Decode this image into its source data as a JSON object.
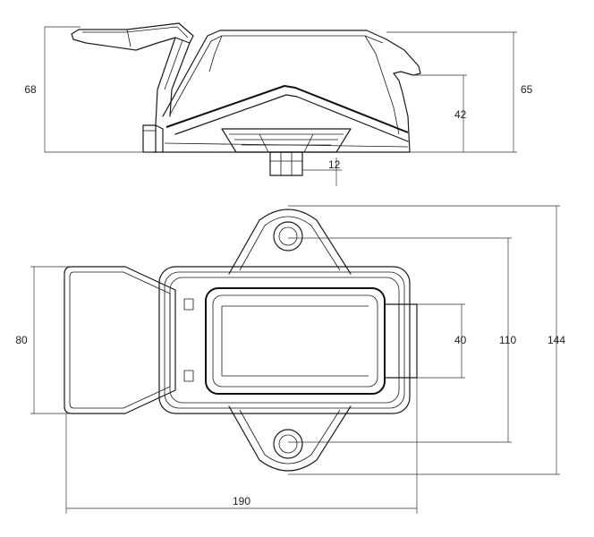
{
  "dimensions": {
    "side_height_left": "68",
    "side_height_right": "65",
    "side_height_inner": "42",
    "bolt_diameter": "12",
    "top_width_left": "80",
    "top_width_inner": "40",
    "hole_spacing": "110",
    "overall_width": "144",
    "overall_length": "190"
  }
}
